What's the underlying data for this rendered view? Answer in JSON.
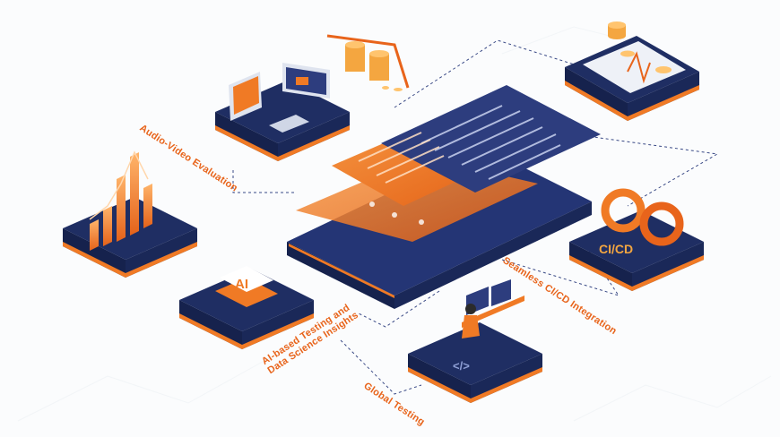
{
  "labels": {
    "audio_video": "Audio-Video Evaluation",
    "ai_line1": "AI-based Testing and",
    "ai_line2": "Data Science Insights",
    "cicd": "Seamless CI/CD Integration",
    "global": "Global Testing"
  },
  "badges": {
    "ai": "AI",
    "cicd": "CI/CD",
    "code": "</>"
  },
  "colors": {
    "orange": "#f07a25",
    "navy": "#1f2e63",
    "accent": "#e8641b"
  },
  "icons": [
    "devices-icon",
    "coins-chart-icon",
    "bar-chart-icon",
    "ai-chip-icon",
    "smartphone-icon",
    "document-layers-icon",
    "cicd-infinity-icon",
    "developer-desk-icon"
  ]
}
